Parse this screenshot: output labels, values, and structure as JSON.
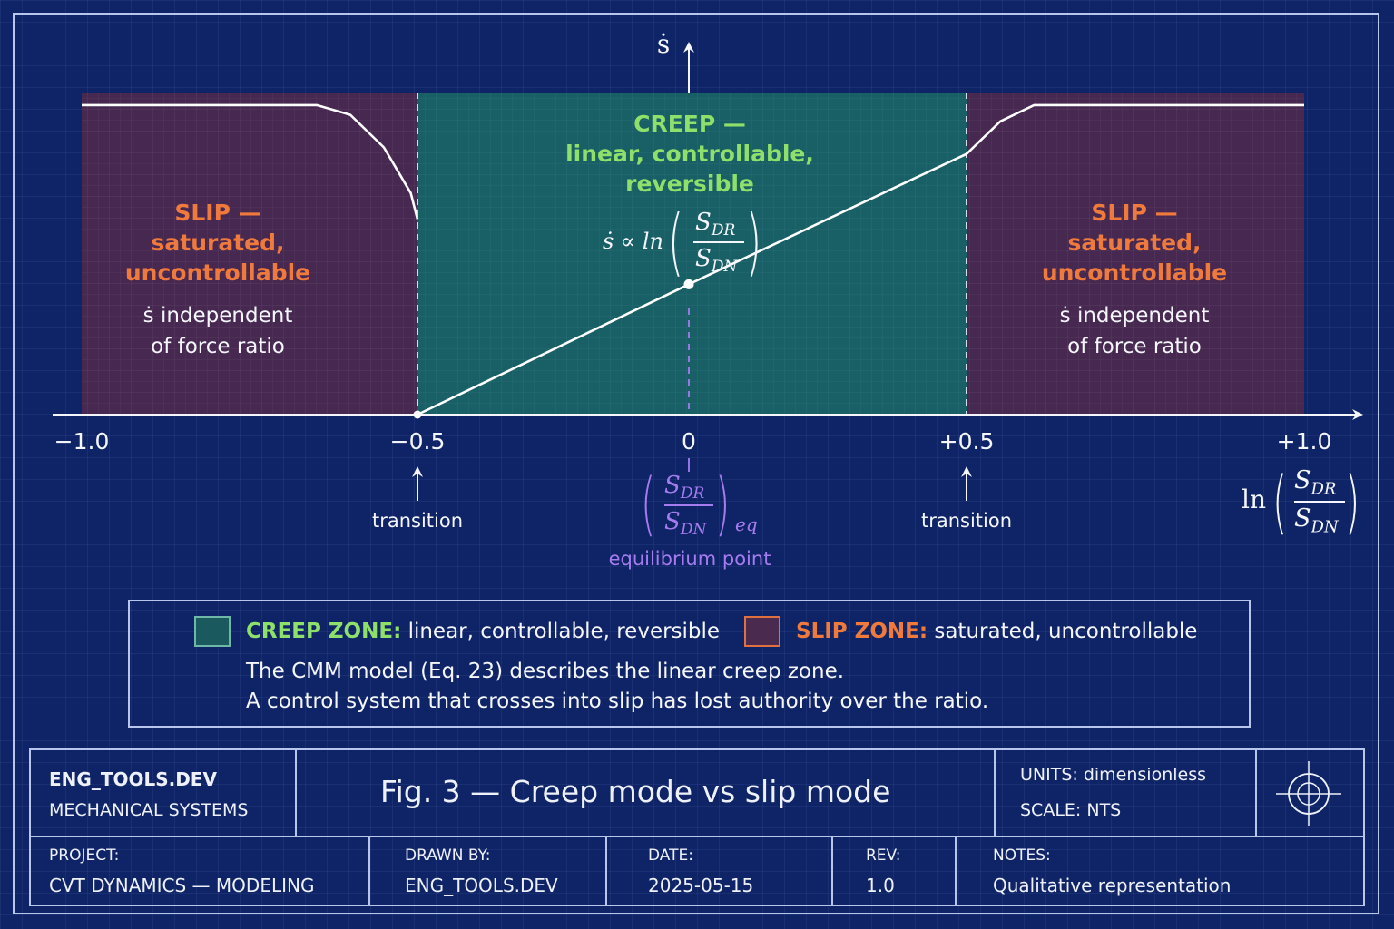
{
  "chart_data": {
    "type": "line",
    "x_label_prefix": "ln",
    "x_label_num": "S",
    "x_label_num_sub": "DR",
    "x_label_den": "S",
    "x_label_den_sub": "DN",
    "y_label": "ṡ",
    "x_ticks": [
      {
        "value": -1.0,
        "label": "−1.0"
      },
      {
        "value": -0.5,
        "label": "−0.5"
      },
      {
        "value": 0,
        "label": "0"
      },
      {
        "value": 0.5,
        "label": "+0.5"
      },
      {
        "value": 1.0,
        "label": "+1.0"
      }
    ],
    "xlim": [
      -1.0,
      1.0
    ],
    "transitions": [
      -0.5,
      0.5
    ],
    "equilibrium_x": 0,
    "curve_points": [
      [
        -1.0,
        0.95
      ],
      [
        -0.65,
        0.95
      ],
      [
        -0.6,
        0.92
      ],
      [
        -0.55,
        0.82
      ],
      [
        -0.51,
        0.68
      ],
      [
        -0.5,
        0.6
      ],
      [
        -0.5,
        0.0
      ],
      [
        0.0,
        0.4
      ],
      [
        0.5,
        0.8
      ],
      [
        0.55,
        0.9
      ],
      [
        0.6,
        0.95
      ],
      [
        1.0,
        0.95
      ]
    ],
    "ylim": [
      0,
      1.1
    ],
    "zones": [
      {
        "name": "slip",
        "from": -1.0,
        "to": -0.5,
        "color": "#f07a3c"
      },
      {
        "name": "creep",
        "from": -0.5,
        "to": 0.5,
        "color": "#1f8a78"
      },
      {
        "name": "slip",
        "from": 0.5,
        "to": 1.0,
        "color": "#f07a3c"
      }
    ]
  },
  "annotations": {
    "slip_left": {
      "title": "SLIP —",
      "line1": "saturated,",
      "line2": "uncontrollable",
      "note1": "ṡ independent",
      "note2": "of force ratio"
    },
    "creep": {
      "title": "CREEP —",
      "line1": "linear, controllable,",
      "line2": "reversible",
      "formula_prefix": "ṡ ∝ ln",
      "formula_num": "S",
      "formula_num_sub": "DR",
      "formula_den": "S",
      "formula_den_sub": "DN"
    },
    "slip_right": {
      "title": "SLIP —",
      "line1": "saturated,",
      "line2": "uncontrollable",
      "note1": "ṡ independent",
      "note2": "of force ratio"
    },
    "transition_left": "transition",
    "transition_right": "transition",
    "equilibrium": {
      "num": "S",
      "num_sub": "DR",
      "den": "S",
      "den_sub": "DN",
      "sub": "eq",
      "label": "equilibrium point"
    }
  },
  "legend": {
    "creep_key": "CREEP ZONE:",
    "creep_desc": "linear, controllable, reversible",
    "slip_key": "SLIP ZONE:",
    "slip_desc": "saturated, uncontrollable",
    "note1": "The CMM model (Eq. 23) describes the linear creep zone.",
    "note2": "A control system that crosses into slip has lost authority over the ratio."
  },
  "title_block": {
    "org": "ENG_TOOLS.DEV",
    "dept": "MECHANICAL SYSTEMS",
    "fig_title": "Fig. 3 — Creep mode vs slip mode",
    "units": "UNITS: dimensionless",
    "scale": "SCALE: NTS",
    "project_label": "PROJECT:",
    "project": "CVT DYNAMICS — MODELING",
    "drawn_label": "DRAWN BY:",
    "drawn": "ENG_TOOLS.DEV",
    "date_label": "DATE:",
    "date": "2025-05-15",
    "rev_label": "REV:",
    "rev": "1.0",
    "notes_label": "NOTES:",
    "notes": "Qualitative representation"
  },
  "colors": {
    "background": "#0f2466",
    "creep_fill": "#1a6a66",
    "slip_fill": "#5a2a4a",
    "creep_text": "#8ee06a",
    "slip_text": "#f07a3c",
    "equilibrium": "#a47cf0",
    "curve": "#ffffff"
  }
}
